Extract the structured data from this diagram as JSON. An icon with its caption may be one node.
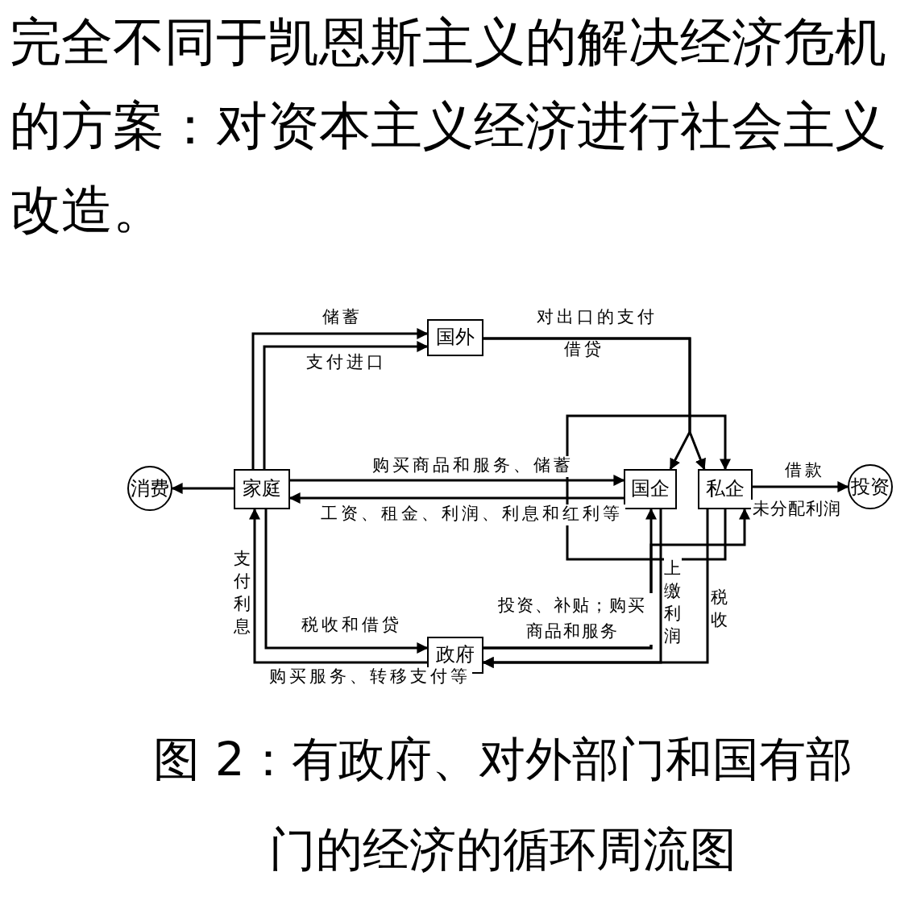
{
  "diagram": {
    "title": "完全不同于凯恩斯主义的解决经济危机的方案：对资本主义经济进行社会主义改造。",
    "caption": "图 2：有政府、对外部门和国有部门的经济的循环周流图",
    "nodes": [
      {
        "text": [
          "消费"
        ]
      },
      {
        "text": [
          "家庭"
        ]
      },
      {
        "text": [
          "国外"
        ]
      },
      {
        "text": [
          "国企"
        ]
      },
      {
        "text": [
          "私企"
        ]
      },
      {
        "text": [
          "投资"
        ]
      },
      {
        "text": [
          "政府"
        ]
      }
    ],
    "edges": [
      {
        "from": 1,
        "to": 0,
        "arrow": "to"
      },
      {
        "from": 1,
        "to": 2,
        "arrow": "to",
        "label": "储蓄"
      },
      {
        "from": 1,
        "to": 2,
        "arrow": "to",
        "label": "支付进口"
      },
      {
        "from": 2,
        "to": 3,
        "arrow": "to",
        "label": "对出口的支付"
      },
      {
        "from": 2,
        "to": 4,
        "arrow": "to",
        "label": "借贷"
      },
      {
        "from": 1,
        "to": 3,
        "arrow": "to",
        "label": "购买商品和服务、储蓄"
      },
      {
        "from": 3,
        "to": 1,
        "arrow": "to",
        "label": "工资、租金、利润、利息和红利等"
      },
      {
        "from": 4,
        "to": 5,
        "arrow": "to",
        "label": "借款"
      },
      {
        "from": 4,
        "to": 4,
        "arrow": "to"
      },
      {
        "from": 6,
        "to": 3,
        "arrow": "to",
        "label": "投资、补贴；购买商品和服务"
      },
      {
        "from": 6,
        "to": 4,
        "arrow": "to"
      },
      {
        "from": 3,
        "to": 6,
        "arrow": "to",
        "label": "上缴利润"
      },
      {
        "from": 4,
        "to": 6,
        "arrow": "to",
        "label": "税收"
      },
      {
        "from": 1,
        "to": 6,
        "arrow": "to",
        "label": "税收和借贷"
      },
      {
        "from": 6,
        "to": 1,
        "arrow": "to",
        "label": "购买服务、转移支付等"
      }
    ],
    "labels": [
      "未分配利润",
      "支付利息"
    ]
  }
}
